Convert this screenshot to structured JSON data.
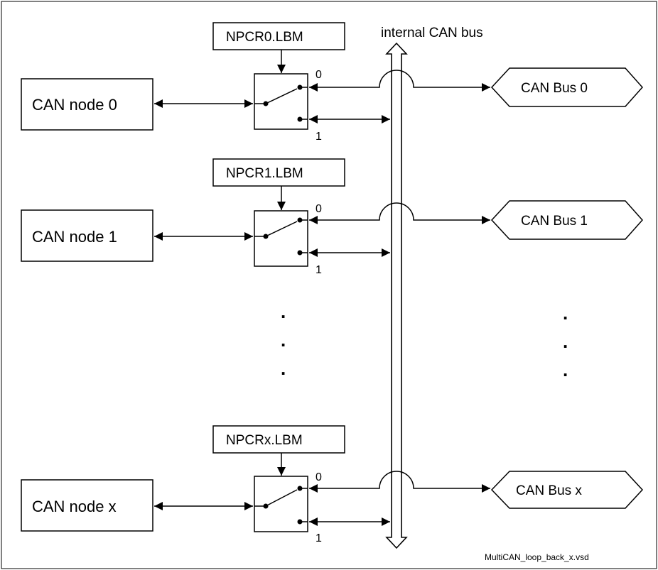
{
  "diagram": {
    "bus_label": "internal CAN bus",
    "footer": "MultiCAN_loop_back_x.vsd",
    "ellipsis_left": [
      ".",
      ".",
      "."
    ],
    "ellipsis_right": [
      ".",
      ".",
      "."
    ],
    "rows": [
      {
        "node": "CAN node 0",
        "register": "NPCR0.LBM",
        "bus": "CAN Bus 0",
        "pos0": "0",
        "pos1": "1"
      },
      {
        "node": "CAN node 1",
        "register": "NPCR1.LBM",
        "bus": "CAN Bus 1",
        "pos0": "0",
        "pos1": "1"
      },
      {
        "node": "CAN node x",
        "register": "NPCRx.LBM",
        "bus": "CAN Bus x",
        "pos0": "0",
        "pos1": "1"
      }
    ]
  }
}
